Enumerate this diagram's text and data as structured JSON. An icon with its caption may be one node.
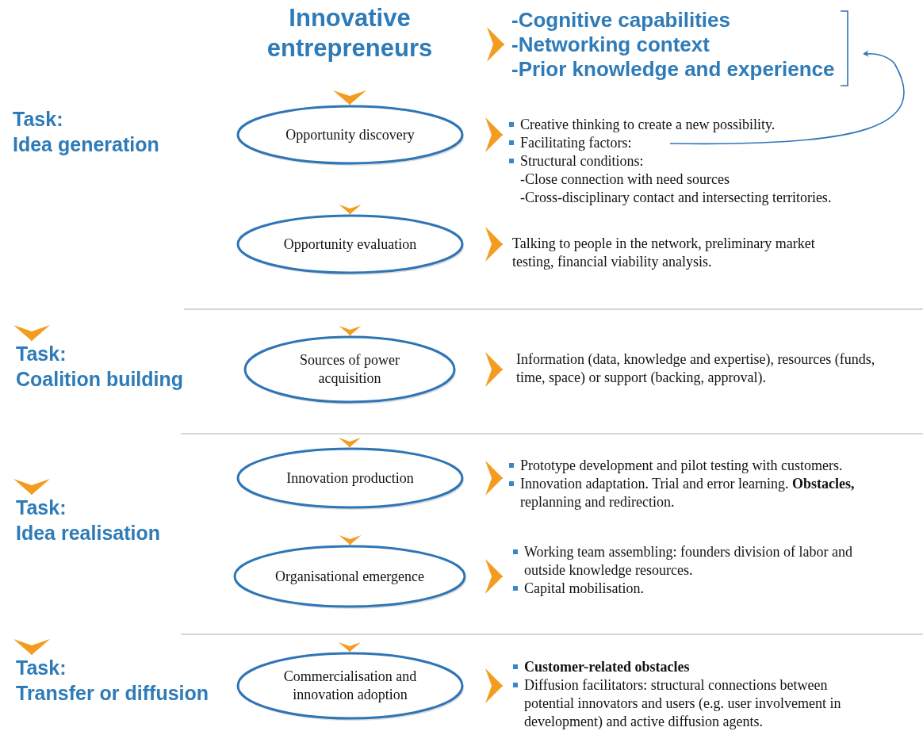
{
  "diagram": {
    "nodes": [
      {
        "text": [
          "Innovative entrepreneurs"
        ]
      },
      {
        "text": [
          "-Cognitive capabilities",
          "-Networking context",
          "-Prior knowledge and experience"
        ]
      },
      {
        "text": [
          "Task:",
          "Idea generation"
        ]
      },
      {
        "text": [
          "Opportunity discovery"
        ]
      },
      {
        "text": [
          "Creative thinking to create a new possibility.",
          "Facilitating factors:",
          "Structural conditions:",
          "-Close connection with need sources",
          "-Cross-disciplinary contact and intersecting territories."
        ]
      },
      {
        "text": [
          "Opportunity evaluation"
        ]
      },
      {
        "text": [
          "Talking to people in the network, preliminary market testing, financial viability analysis."
        ]
      },
      {
        "text": [
          "Task:",
          "Coalition building"
        ]
      },
      {
        "text": [
          "Sources of power acquisition"
        ]
      },
      {
        "text": [
          "Information (data, knowledge and expertise), resources (funds, time, space) or support (backing, approval)."
        ]
      },
      {
        "text": [
          "Task:",
          "Idea realisation"
        ]
      },
      {
        "text": [
          "Innovation production"
        ]
      },
      {
        "text": [
          "Prototype development and pilot testing with customers.",
          "Innovation adaptation. Trial and error learning. **Obstacles,** replanning and redirection."
        ]
      },
      {
        "text": [
          "Organisational emergence"
        ]
      },
      {
        "text": [
          "Working team assembling: founders division of labor and outside knowledge resources.",
          "Capital mobilisation."
        ]
      },
      {
        "text": [
          "Task:",
          "Transfer or diffusion"
        ]
      },
      {
        "text": [
          "Commercialisation and innovation adoption"
        ]
      },
      {
        "text": [
          "Customer-related obstacles",
          "Diffusion facilitators: structural connections between potential innovators and users (e.g. user involvement in development) and active diffusion agents."
        ]
      }
    ],
    "edges": [
      {
        "from": 0,
        "to": 1,
        "arrow": "to"
      },
      {
        "from": 0,
        "to": 3,
        "arrow": "to"
      },
      {
        "from": 3,
        "to": 4,
        "arrow": "to"
      },
      {
        "from": 4,
        "to": 1,
        "arrow": "to",
        "color": "#2e75b6"
      },
      {
        "from": 3,
        "to": 5,
        "arrow": "to"
      },
      {
        "from": 5,
        "to": 6,
        "arrow": "to"
      },
      {
        "from": 2,
        "to": 7,
        "arrow": "to"
      },
      {
        "from": 5,
        "to": 8,
        "arrow": "to"
      },
      {
        "from": 8,
        "to": 9,
        "arrow": "to"
      },
      {
        "from": 7,
        "to": 10,
        "arrow": "to"
      },
      {
        "from": 8,
        "to": 11,
        "arrow": "to"
      },
      {
        "from": 11,
        "to": 12,
        "arrow": "to"
      },
      {
        "from": 11,
        "to": 13,
        "arrow": "to"
      },
      {
        "from": 13,
        "to": 14,
        "arrow": "to"
      },
      {
        "from": 10,
        "to": 15,
        "arrow": "to"
      },
      {
        "from": 13,
        "to": 16,
        "arrow": "to"
      },
      {
        "from": 16,
        "to": 17,
        "arrow": "to"
      }
    ]
  }
}
